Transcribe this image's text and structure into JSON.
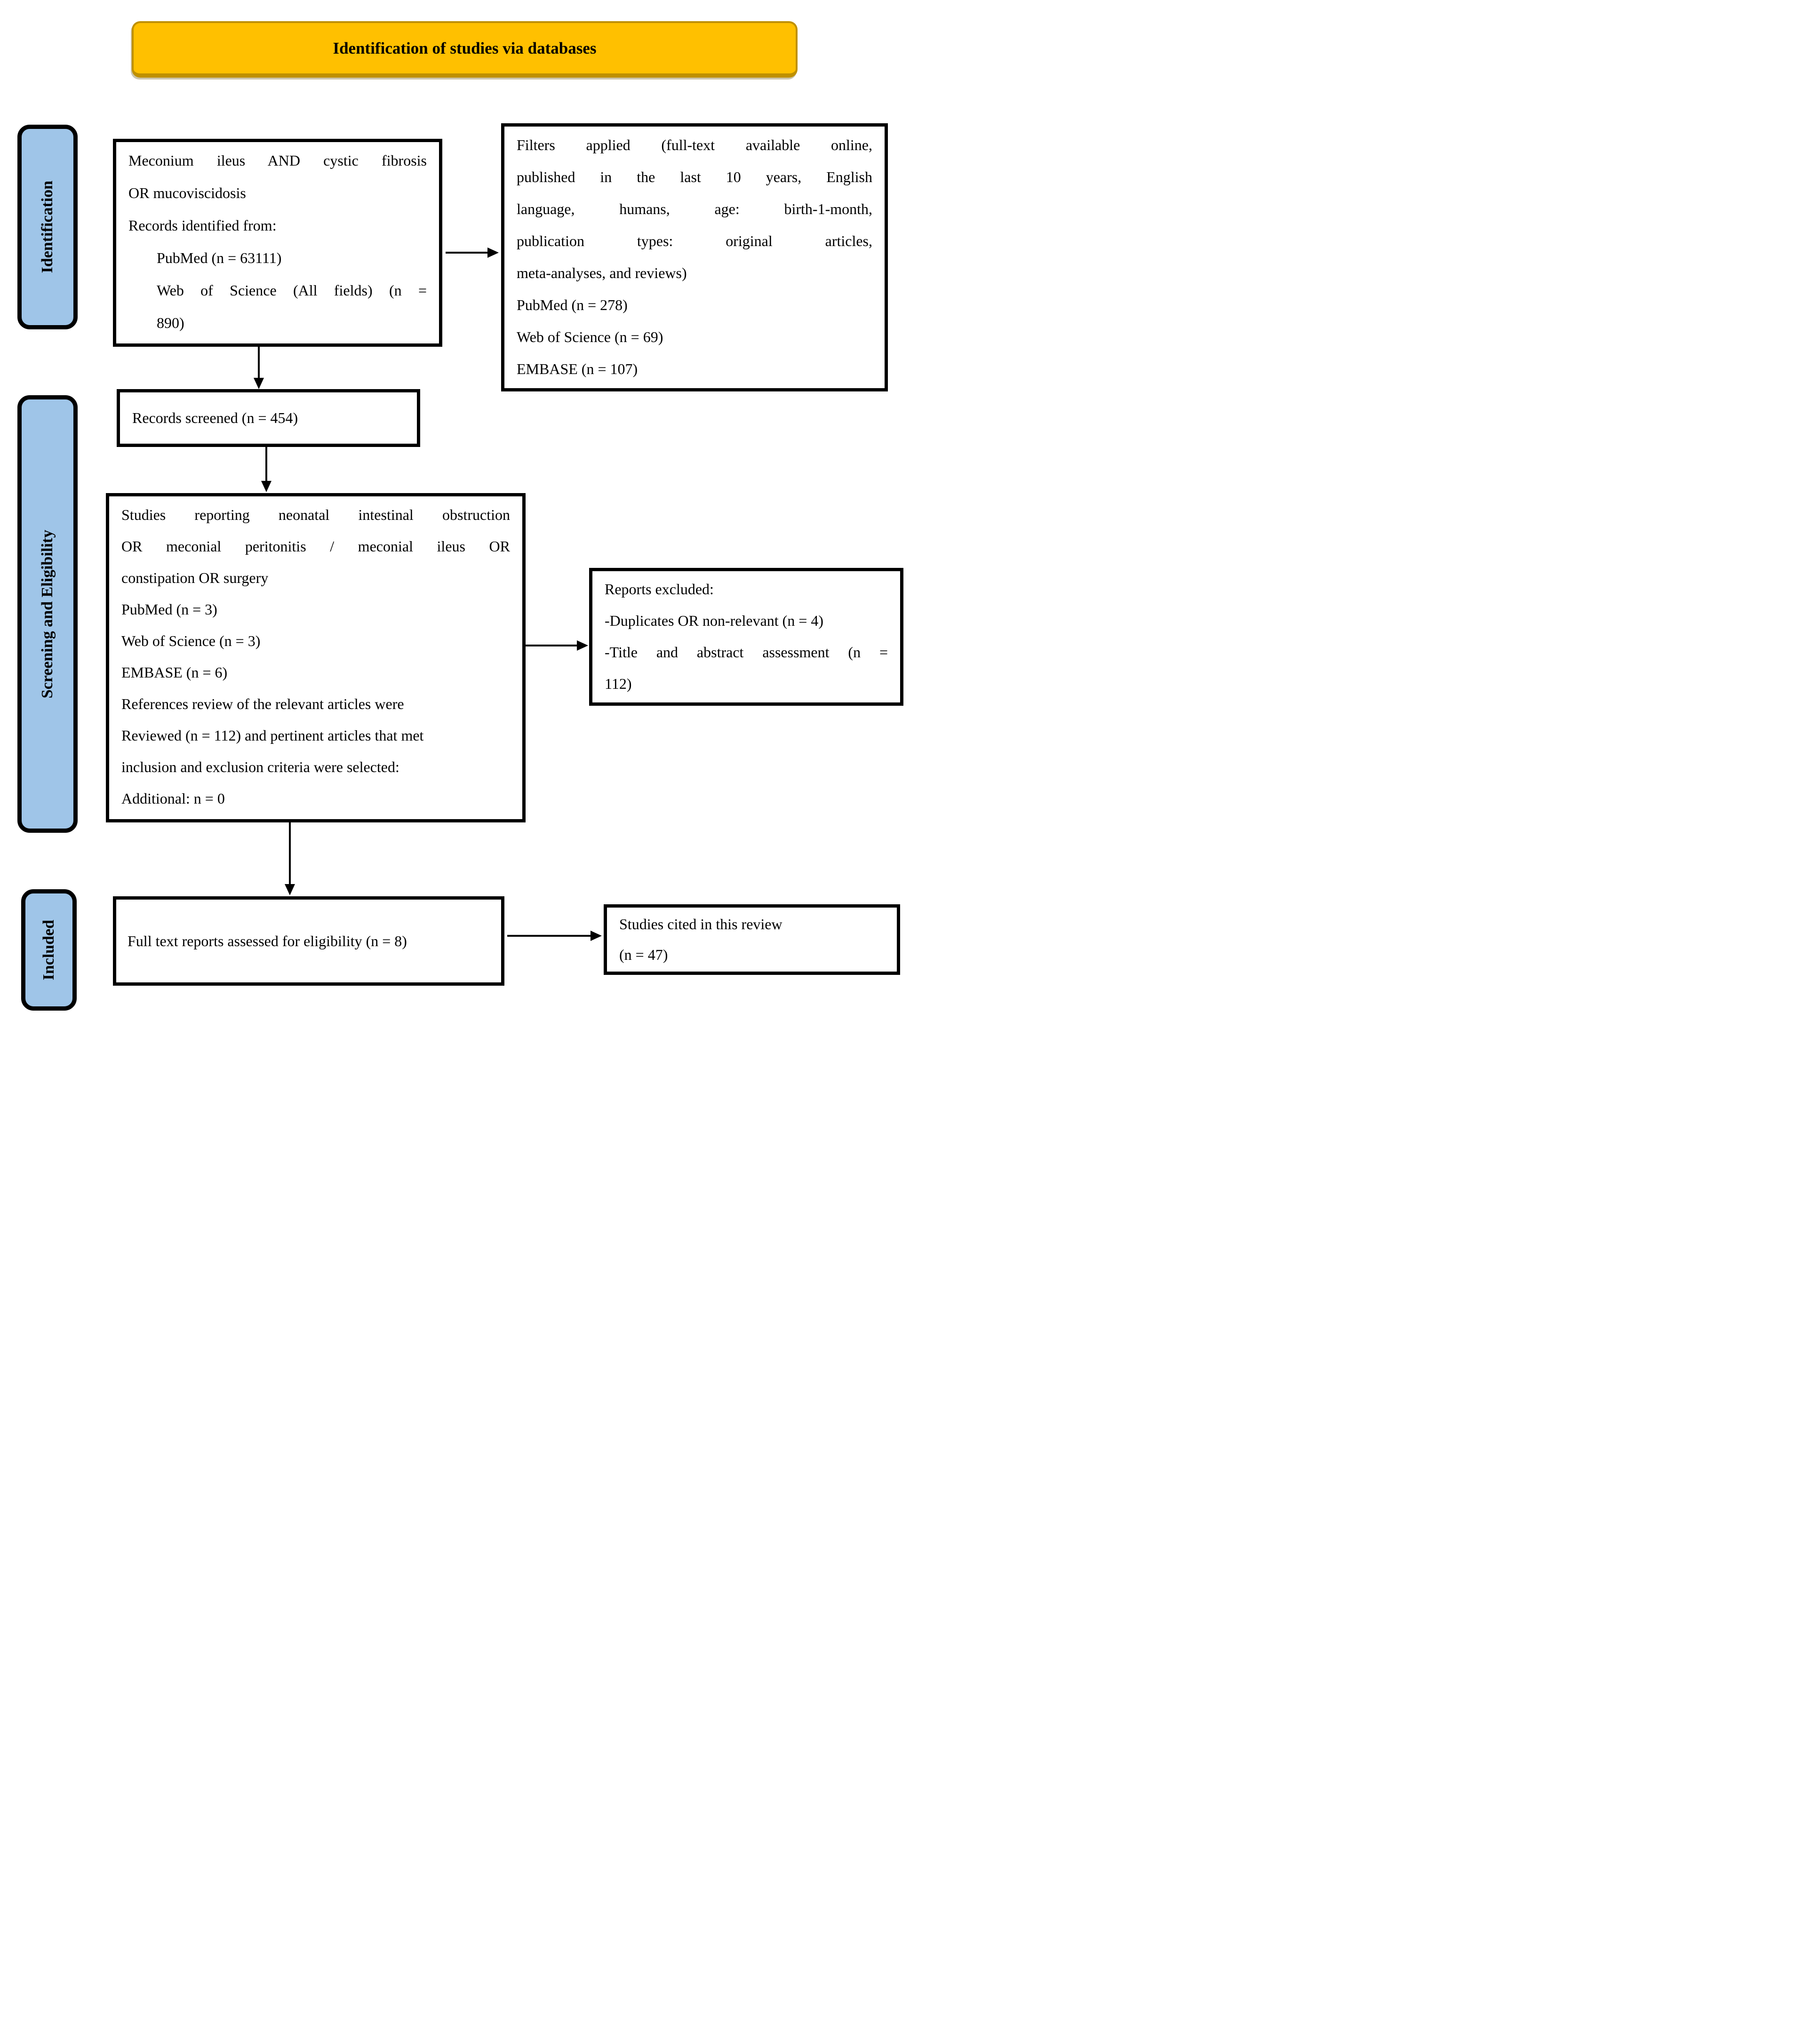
{
  "colors": {
    "banner_fill": "#FFC000",
    "banner_border": "#BF9000",
    "stage_fill": "#9FC5E8",
    "line_color": "#000000"
  },
  "banner": {
    "title": "Identification of studies via databases"
  },
  "stages": [
    {
      "label": "Identification"
    },
    {
      "label": "Screening and Eligibility"
    },
    {
      "label": "Included"
    }
  ],
  "boxes": {
    "records_identified": {
      "lines": [
        "Meconium ileus AND cystic fibrosis",
        "OR mucoviscidosis",
        "Records identified from:",
        "PubMed (n = 63111)",
        "Web of Science (All fields) (n =",
        "890)"
      ]
    },
    "filters_applied": {
      "lines": [
        "Filters applied (full-text available online,",
        "published in the last 10 years, English",
        "language,  humans, age: birth-1-month,",
        "publication types: original articles,",
        "meta-analyses, and reviews)",
        "PubMed (n = 278)",
        "Web of Science (n = 69)",
        "EMBASE (n = 107)"
      ]
    },
    "records_screened": {
      "lines": [
        "Records screened (n = 454)"
      ]
    },
    "studies_reporting": {
      "lines": [
        "Studies reporting neonatal intestinal obstruction",
        "OR meconial peritonitis / meconial ileus  OR",
        "constipation OR surgery",
        "PubMed (n = 3)",
        "Web of Science (n = 3)",
        "EMBASE (n = 6)",
        "References review of the relevant articles were",
        "Reviewed (n = 112) and pertinent articles that met",
        "inclusion and exclusion criteria were selected:",
        "Additional: n = 0"
      ]
    },
    "reports_excluded": {
      "lines": [
        "Reports excluded:",
        "-Duplicates OR non-relevant (n = 4)",
        "-Title and abstract assessment (n =",
        "112)"
      ]
    },
    "full_text": {
      "lines": [
        "Full text reports assessed for eligibility (n = 8)"
      ]
    },
    "studies_cited": {
      "lines": [
        "Studies cited in this review",
        "(n = 47)"
      ]
    }
  }
}
